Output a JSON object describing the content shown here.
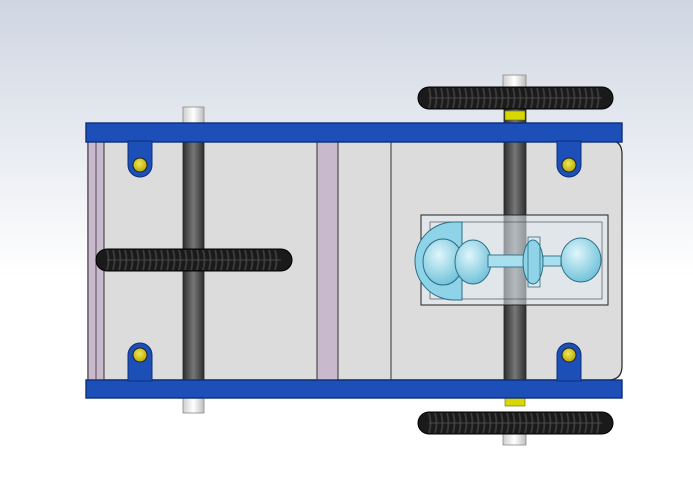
{
  "scene": {
    "view": "top-view",
    "background_top": "#cfd6e2",
    "background_bottom": "#ffffff"
  },
  "chassis": {
    "plate_color": "#dcdcdc",
    "outline_color": "#222222",
    "rail_color": "#1c4fb8",
    "rail_shadow": "#0d2f78",
    "divider_color": "#c8b9cc"
  },
  "axles": {
    "shaft_color": "#4a4a4a",
    "collar_color": "#d8d800"
  },
  "wheels": {
    "tire_color": "#1a1a1a",
    "tread_color": "#3a3a3a",
    "count": 3
  },
  "mounting_holes": {
    "tab_color": "#1c4fb8",
    "hole_color": "#d0c000",
    "count": 4
  },
  "coupling": {
    "body_color": "#8fd3e8",
    "frame_color": "#e6eef5",
    "highlight_color": "#c6eef8"
  }
}
